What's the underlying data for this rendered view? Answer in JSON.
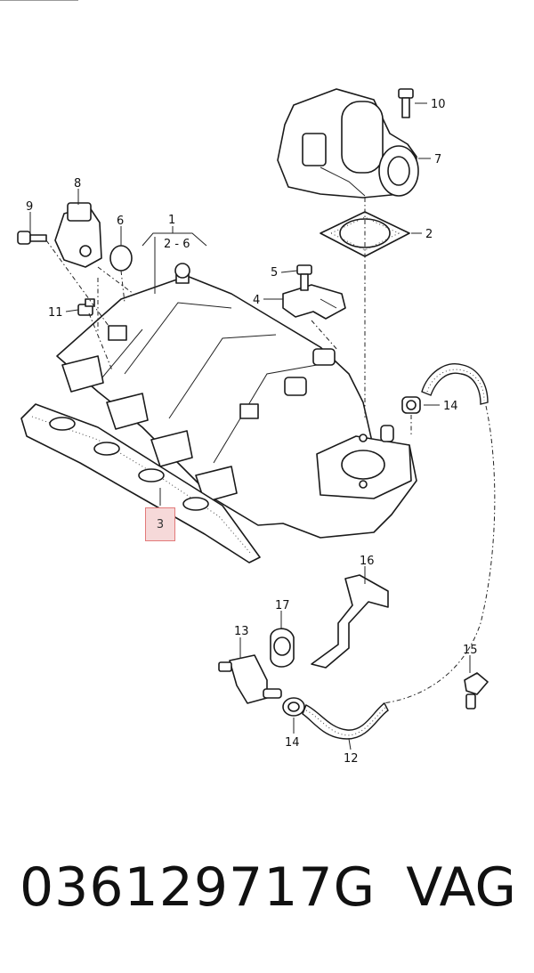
{
  "callouts": {
    "c1": "1",
    "c1_sub": "2 - 6",
    "c2": "2",
    "c3": "3",
    "c4": "4",
    "c5": "5",
    "c6": "6",
    "c7": "7",
    "c8": "8",
    "c9": "9",
    "c10": "10",
    "c11": "11",
    "c12": "12",
    "c13": "13",
    "c14a": "14",
    "c14b": "14",
    "c15": "15",
    "c16": "16",
    "c17": "17"
  },
  "highlighted_part": "3",
  "footer": {
    "part_number": "036129717G",
    "brand": "VAG"
  }
}
